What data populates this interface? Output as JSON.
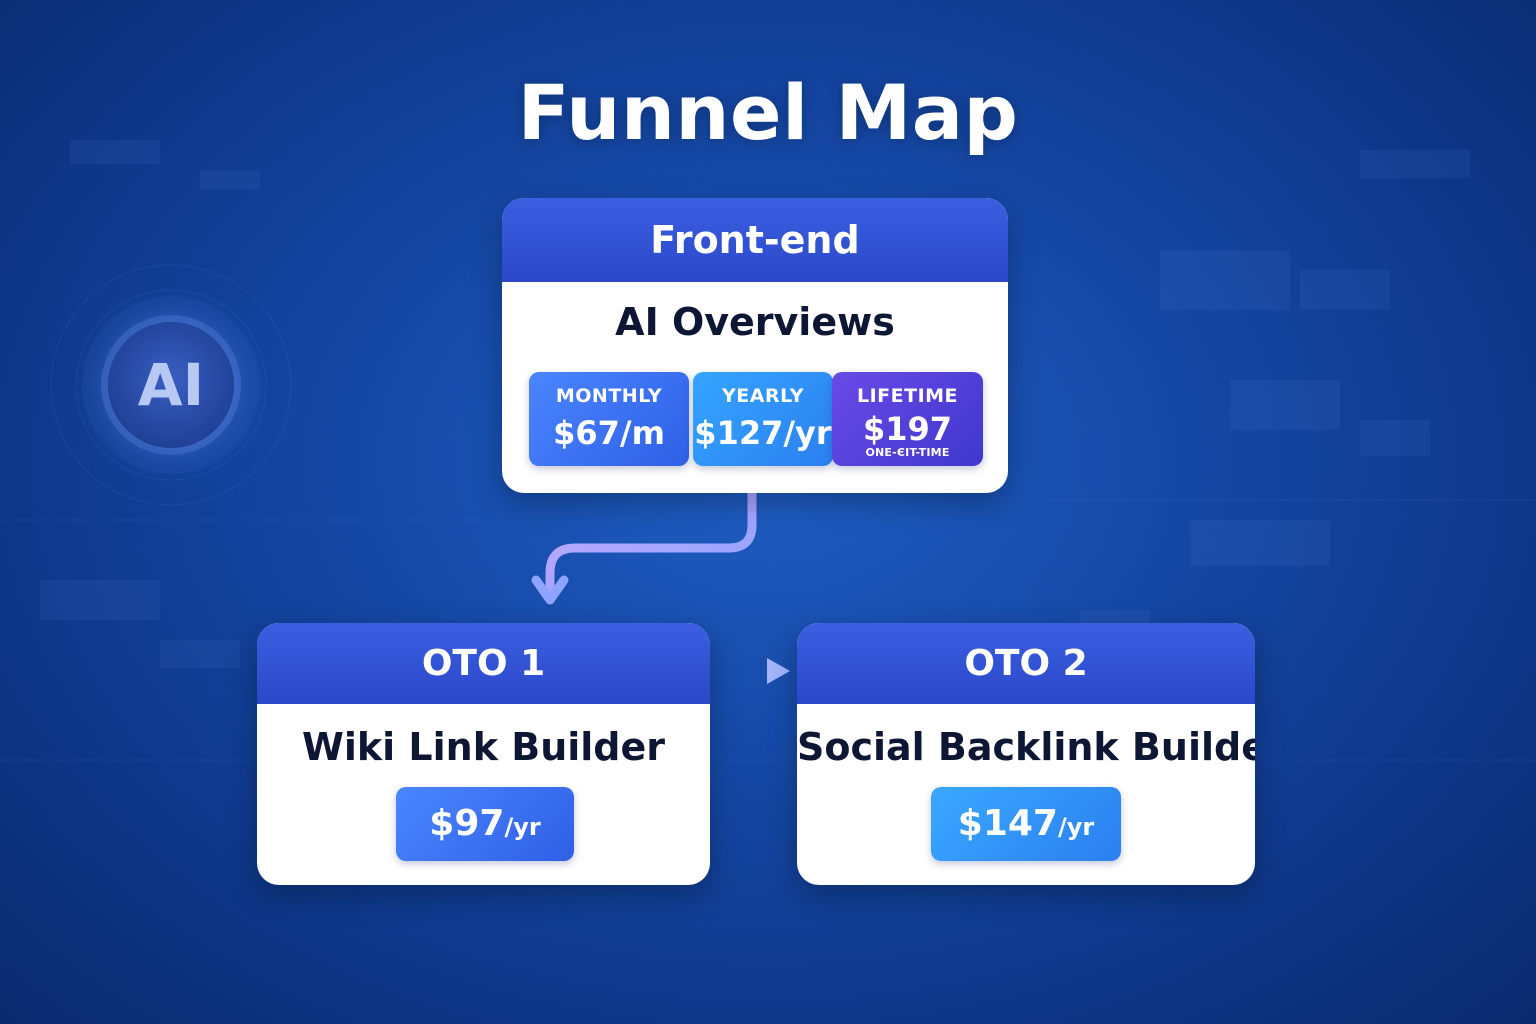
{
  "title": "Funnel Map",
  "badge": {
    "text": "AI"
  },
  "frontend": {
    "header": "Front-end",
    "product": "AI Overviews",
    "plans": [
      {
        "label": "MONTHLY",
        "price": "$67/m",
        "note": ""
      },
      {
        "label": "YEARLY",
        "price": "$127/yr",
        "note": ""
      },
      {
        "label": "LIFETIME",
        "price": "$197",
        "note": "ONE-ЄIT-TIME"
      }
    ]
  },
  "oto1": {
    "header": "OTO 1",
    "product": "Wiki Link Builder",
    "price": "$97",
    "unit": "/yr"
  },
  "oto2": {
    "header": "OTO 2",
    "product": "Social Backlink Builder",
    "price": "$147",
    "unit": "/yr"
  },
  "colors": {
    "background": "#164aa8",
    "header": "#2f4fd2",
    "arrow": "#9aa8ff"
  }
}
